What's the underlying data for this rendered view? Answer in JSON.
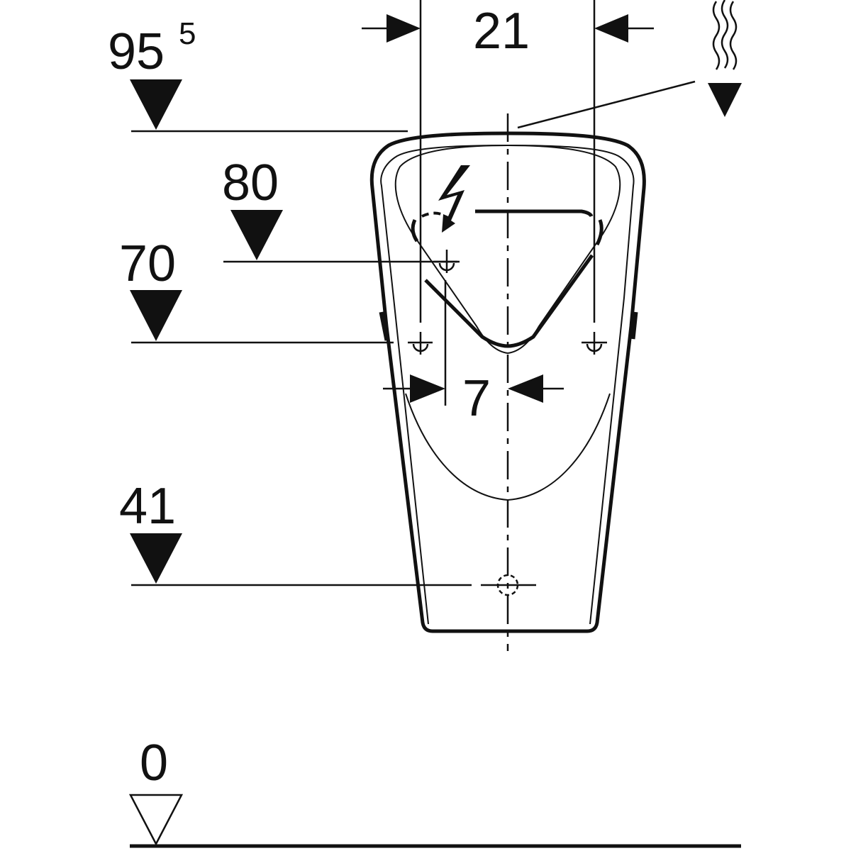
{
  "levels": {
    "top": {
      "value": "95",
      "superscript": "5"
    },
    "mid_high": "80",
    "mid": "70",
    "low": "41",
    "floor": "0"
  },
  "dimensions": {
    "fixing_width": "21",
    "offset": "7"
  },
  "icons": [
    "finished-level-filled-triangle",
    "floor-level-outline-triangle",
    "electrical-connection-icon",
    "vent-exhaust-icon",
    "fixing-point-icon"
  ],
  "colors": {
    "ink": "#111111",
    "background": "#ffffff"
  }
}
